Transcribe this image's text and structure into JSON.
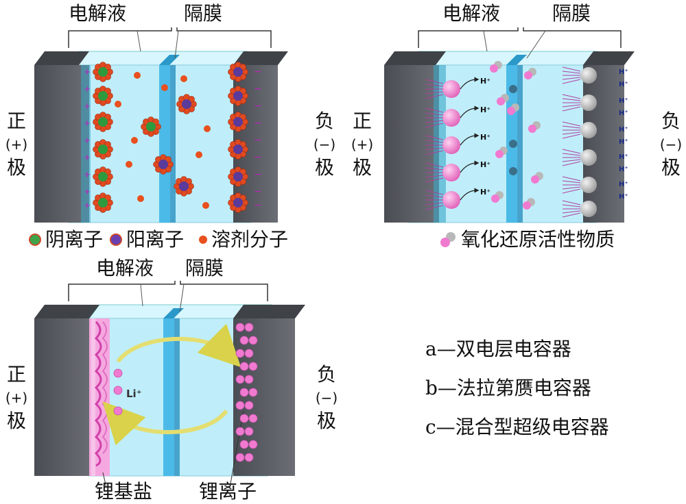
{
  "panel_a": {
    "electrolyte": "电解液",
    "separator": "隔膜",
    "positive": [
      "正",
      "(+)",
      "极"
    ],
    "negative": [
      "负",
      "(−)",
      "极"
    ],
    "legend": {
      "anion": "阴离子",
      "cation": "阳离子",
      "solvent": "溶剂分子"
    }
  },
  "panel_b": {
    "electrolyte": "电解液",
    "separator": "隔膜",
    "positive": [
      "正",
      "(+)",
      "极"
    ],
    "negative": [
      "负",
      "(−)",
      "极"
    ],
    "ion": "H⁺",
    "legend": {
      "redox": "氧化还原活性物质"
    }
  },
  "panel_c": {
    "electrolyte": "电解液",
    "separator": "隔膜",
    "positive": [
      "正",
      "(+)",
      "极"
    ],
    "negative": [
      "负",
      "(−)",
      "极"
    ],
    "ion": "Li⁺",
    "bottom": {
      "salt": "锂基盐",
      "ion": "锂离子"
    }
  },
  "captions": [
    "a—双电层电容器",
    "b—法拉第赝电容器",
    "c—混合型超级电容器"
  ],
  "colors": {
    "electrode": "#5d6066",
    "electrolyte": "#bfeefa",
    "separator": "#3fb4e6",
    "anion": "#2e9a3e",
    "cation": "#5a3a9a",
    "solvent": "#e8501e",
    "pink": "#f07ad0"
  }
}
